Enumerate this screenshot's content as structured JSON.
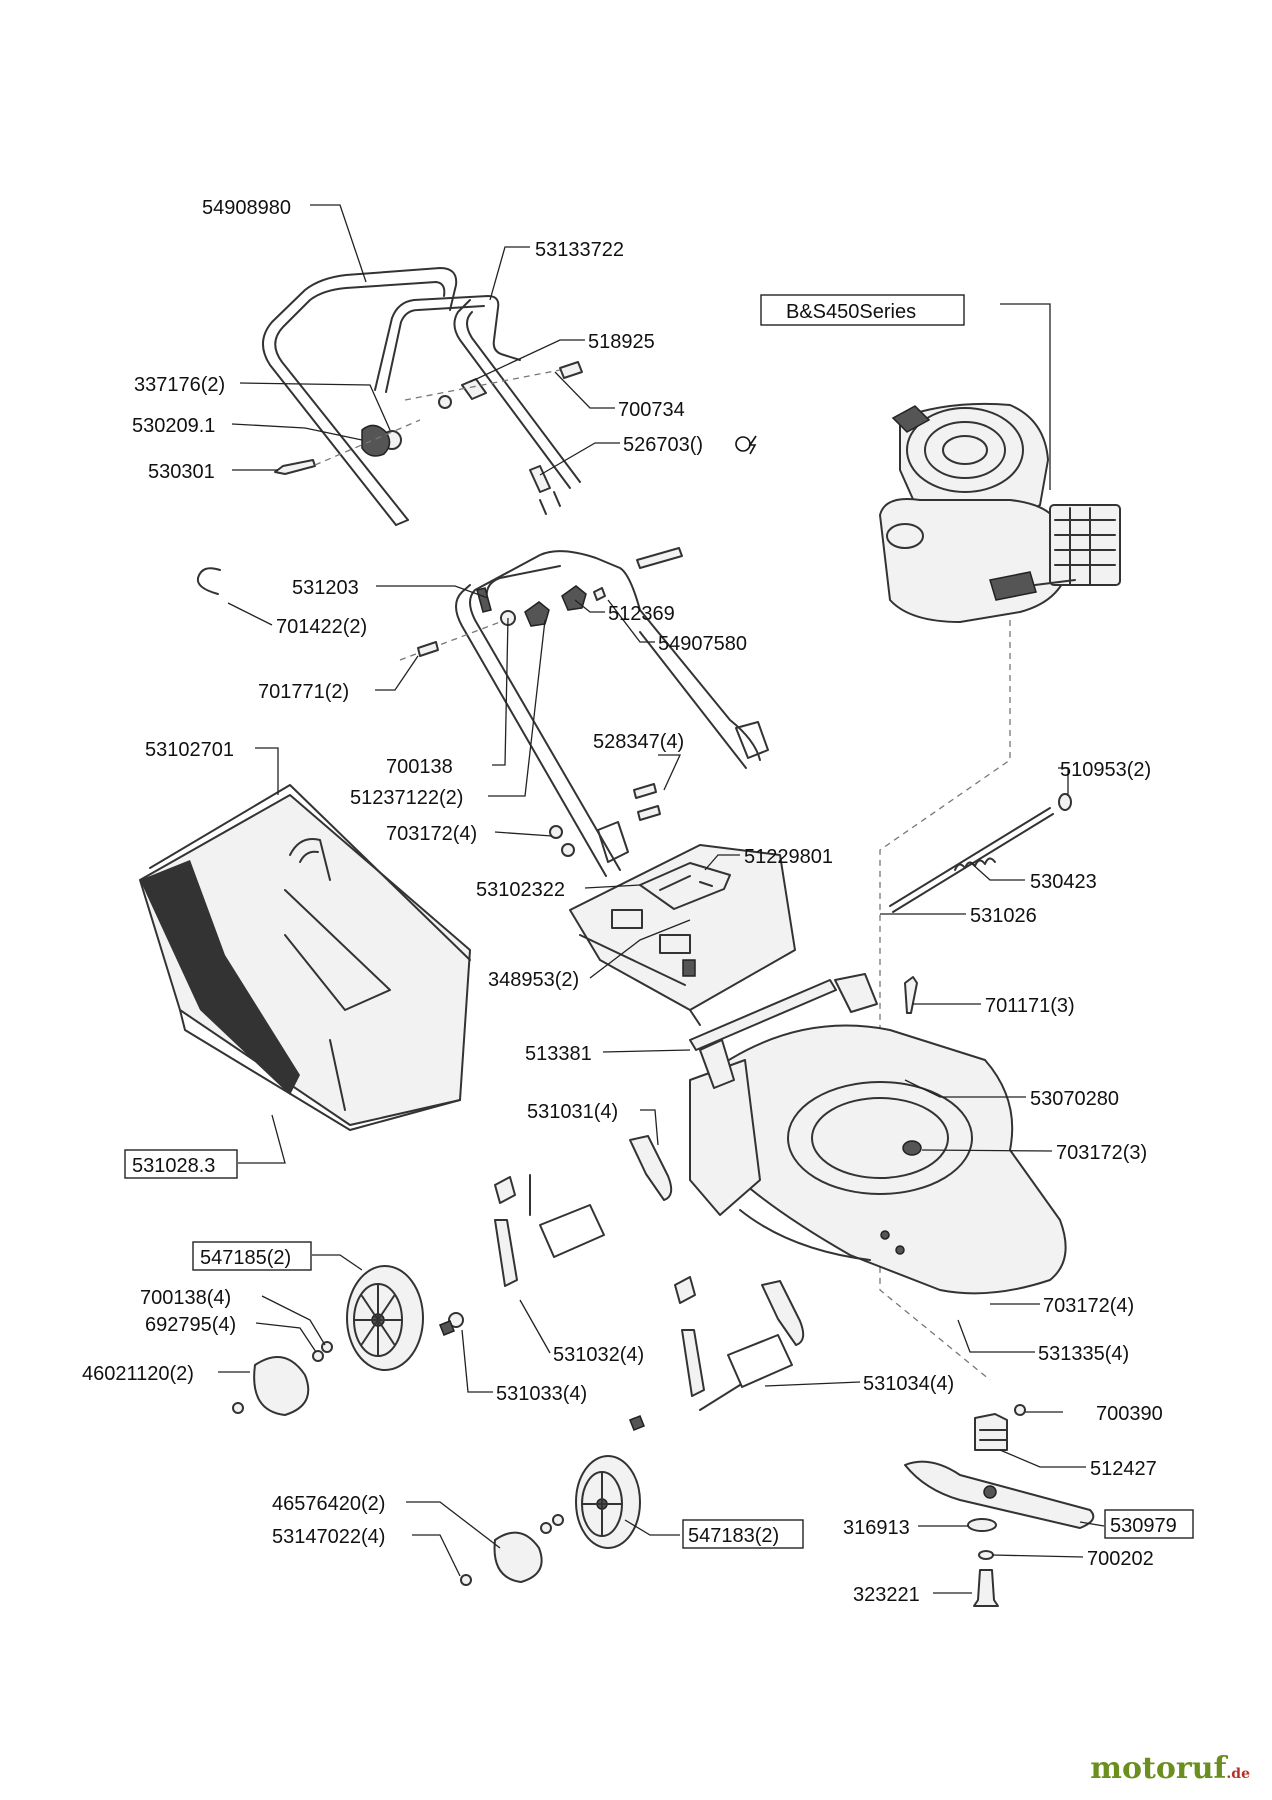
{
  "brand": {
    "name": "motoruf",
    "tld": ".de"
  },
  "engine_label": "B&S450Series",
  "parts": {
    "p01": "54908980",
    "p02": "53133722",
    "p03": "518925",
    "p04": "337176(2)",
    "p05": "700734",
    "p06": "530209.1",
    "p07": "526703()",
    "p08": "530301",
    "p09": "531203",
    "p10": "512369",
    "p11": "701422(2)",
    "p12": "54907580",
    "p13": "701771(2)",
    "p14": "528347(4)",
    "p15": "53102701",
    "p16": "700138",
    "p17": "510953(2)",
    "p18": "51237122(2)",
    "p19": "703172(4)",
    "p20": "51229801",
    "p21": "53102322",
    "p22": "530423",
    "p23": "531026",
    "p24": "348953(2)",
    "p25": "701171(3)",
    "p26": "513381",
    "p27": "53070280",
    "p28": "531031(4)",
    "p29": "703172(3)",
    "p30": "531028.3",
    "p31": "547185(2)",
    "p32": "700138(4)",
    "p33": "703172(4)",
    "p34": "692795(4)",
    "p35": "531032(4)",
    "p36": "531335(4)",
    "p37": "46021120(2)",
    "p38": "531033(4)",
    "p39": "531034(4)",
    "p40": "700390",
    "p41": "512427",
    "p42": "46576420(2)",
    "p43": "53147022(4)",
    "p44": "547183(2)",
    "p45": "316913",
    "p46": "530979",
    "p47": "700202",
    "p48": "323221"
  }
}
